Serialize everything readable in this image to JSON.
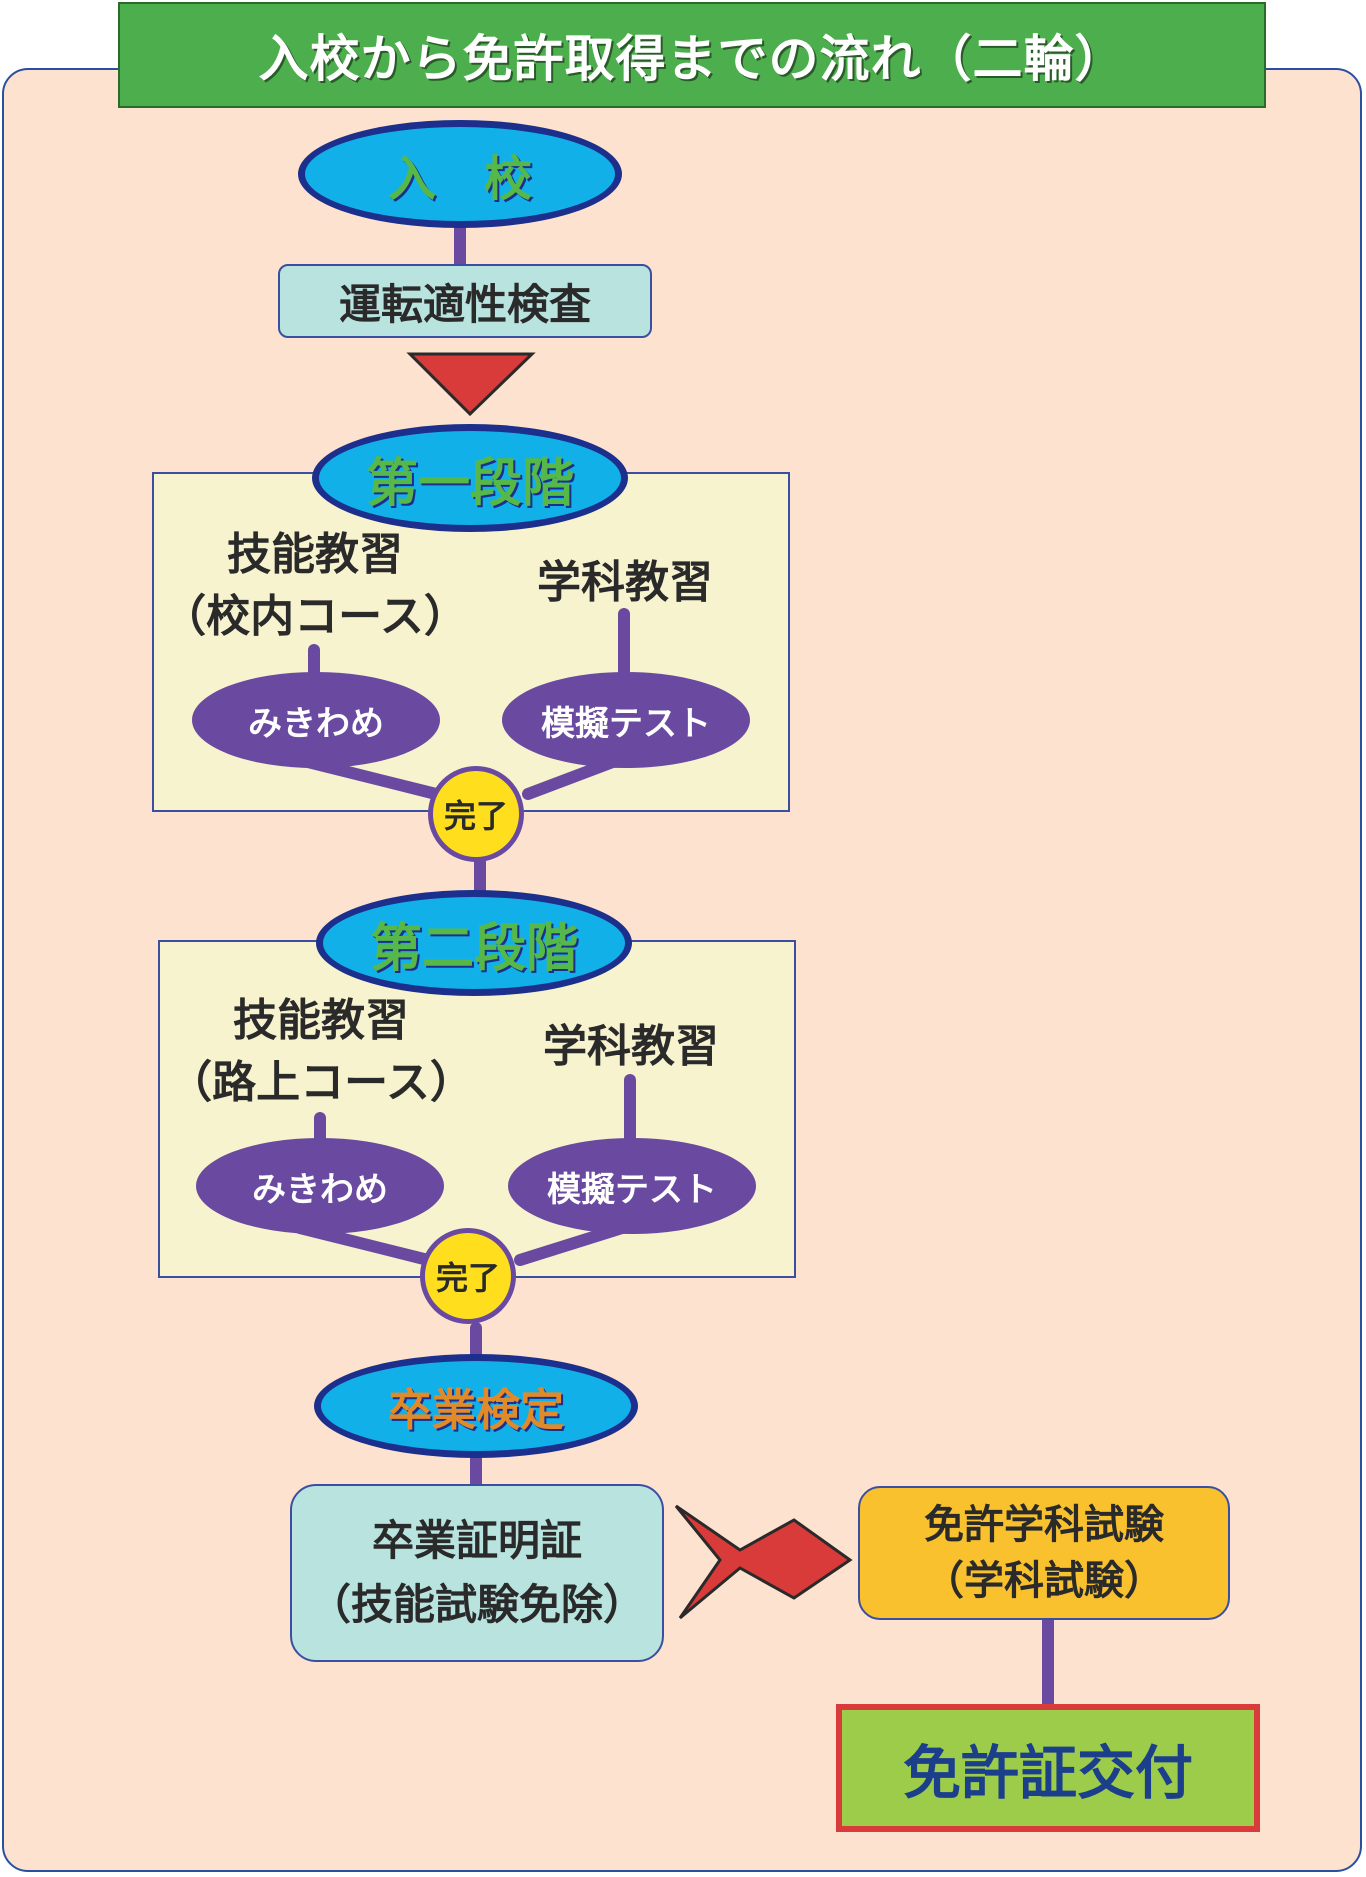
{
  "title": "入校から免許取得までの流れ（二輪）",
  "nodes": {
    "admission": "入　校",
    "aptitude": "運転適性検査",
    "stage1": {
      "title": "第一段階",
      "skill_line1": "技能教習",
      "skill_line2": "（校内コース）",
      "academic": "学科教習",
      "mikiwame": "みきわめ",
      "mock_test": "模擬テスト",
      "complete": "完了"
    },
    "stage2": {
      "title": "第二段階",
      "skill_line1": "技能教習",
      "skill_line2": "（路上コース）",
      "academic": "学科教習",
      "mikiwame": "みきわめ",
      "mock_test": "模擬テスト",
      "complete": "完了"
    },
    "graduation_exam": "卒業検定",
    "certificate_line1": "卒業証明証",
    "certificate_line2": "（技能試験免除）",
    "license_exam_line1": "免許学科試験",
    "license_exam_line2": "（学科試験）",
    "license_issue": "免許証交付"
  },
  "colors": {
    "panel": "#fde3cf",
    "title_banner": "#4cae4c",
    "connector": "#6a4aa0",
    "arrow": "#d93a3a",
    "ellipse_blue": "#12b0e8",
    "complete_yellow": "#ffde1e"
  }
}
